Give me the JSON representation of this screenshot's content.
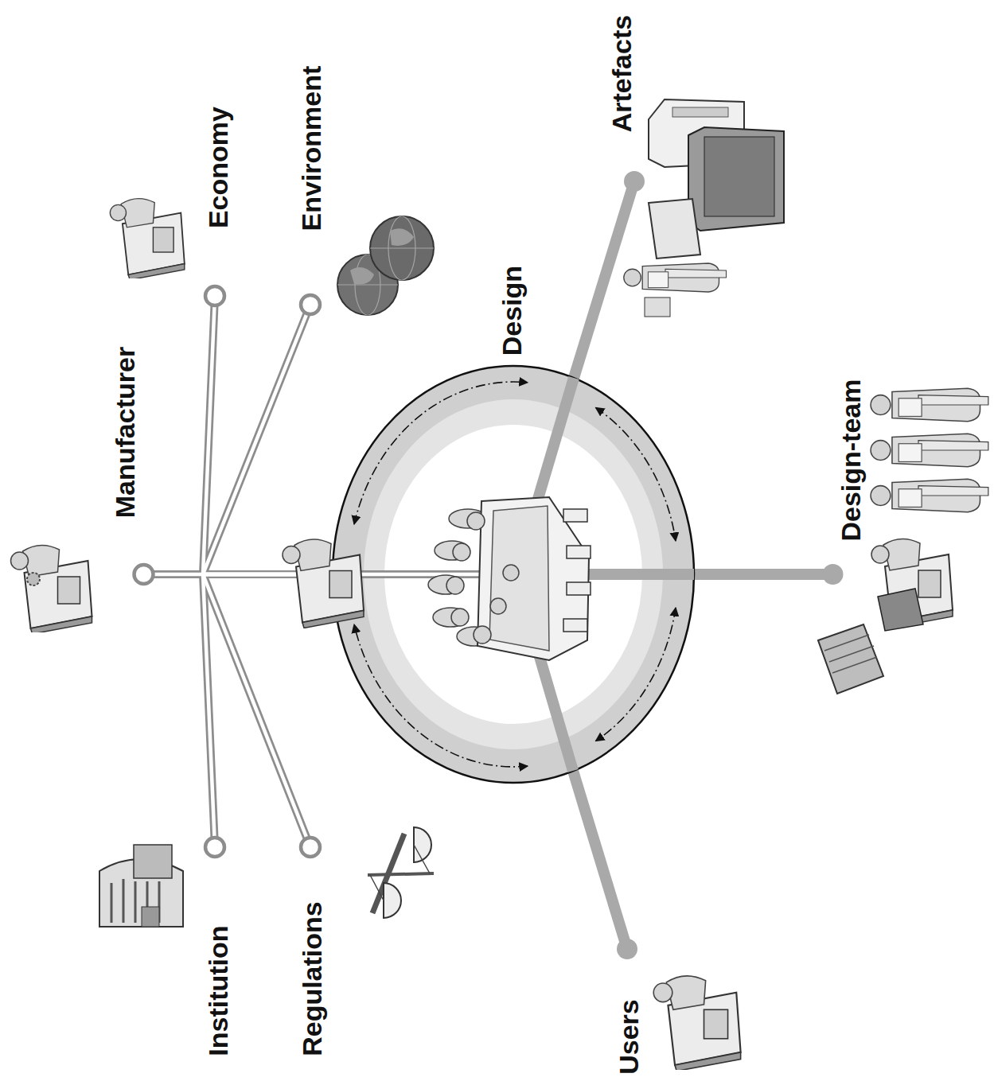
{
  "diagram": {
    "nodes": [
      {
        "text": [
          "Design"
        ]
      },
      {
        "text": [
          "Artefacts"
        ]
      },
      {
        "text": [
          "Design-team"
        ]
      },
      {
        "text": [
          "Users"
        ]
      },
      {
        "text": [
          "Manufacturer"
        ]
      },
      {
        "text": [
          "Economy"
        ]
      },
      {
        "text": [
          "Environment"
        ]
      },
      {
        "text": [
          "Institution"
        ]
      },
      {
        "text": [
          "Regulations"
        ]
      }
    ],
    "edges": [
      {
        "from": 0,
        "to": 1,
        "arrow": "none"
      },
      {
        "from": 0,
        "to": 2,
        "arrow": "none"
      },
      {
        "from": 0,
        "to": 3,
        "arrow": "none"
      },
      {
        "from": 0,
        "to": 4,
        "arrow": "none"
      },
      {
        "from": 0,
        "to": 5,
        "arrow": "none"
      },
      {
        "from": 0,
        "to": 6,
        "arrow": "none"
      },
      {
        "from": 0,
        "to": 7,
        "arrow": "none"
      },
      {
        "from": 0,
        "to": 8,
        "arrow": "none"
      }
    ]
  }
}
